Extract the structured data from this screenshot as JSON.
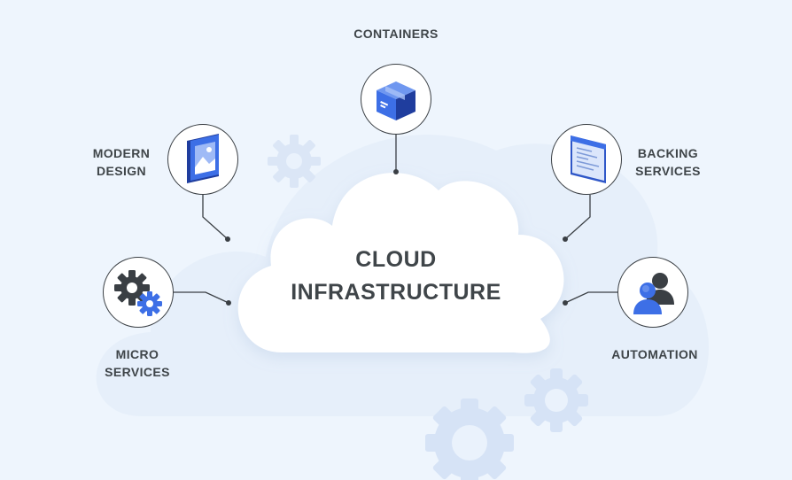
{
  "center": {
    "line1": "CLOUD",
    "line2": "INFRASTRUCTURE"
  },
  "nodes": {
    "containers": {
      "label": "CONTAINERS",
      "icon": "box-icon"
    },
    "modern_design": {
      "line1": "MODERN",
      "line2": "DESIGN",
      "icon": "picture-frame-icon"
    },
    "backing_services": {
      "line1": "BACKING",
      "line2": "SERVICES",
      "icon": "document-window-icon"
    },
    "micro_services": {
      "line1": "MICRO",
      "line2": "SERVICES",
      "icon": "gears-icon"
    },
    "automation": {
      "label": "AUTOMATION",
      "icon": "users-icon"
    }
  },
  "colors": {
    "background": "#eef5fd",
    "primary_blue": "#3d6fe6",
    "dark_gray": "#3a3f44",
    "faded_gear": "#dbe6f6"
  }
}
